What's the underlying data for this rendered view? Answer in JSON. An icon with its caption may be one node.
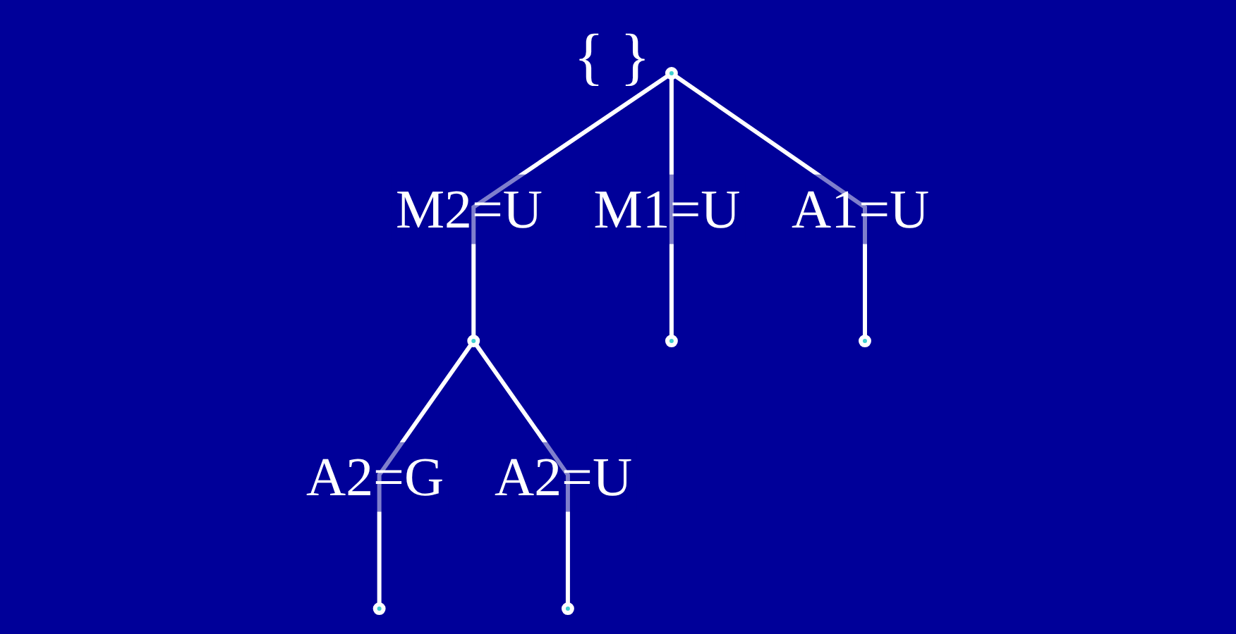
{
  "diagram": {
    "nodes": [
      {
        "text": [],
        "shape": "circle",
        "beside": [
          "{ }"
        ]
      },
      {
        "text": [],
        "shape": "circle"
      },
      {
        "text": [],
        "shape": "circle"
      },
      {
        "text": [],
        "shape": "circle"
      },
      {
        "text": [],
        "shape": "circle"
      },
      {
        "text": [],
        "shape": "circle"
      }
    ],
    "edges": [
      {
        "from": 0,
        "to": 1,
        "arrow": "none",
        "label": "M2=U"
      },
      {
        "from": 0,
        "to": 2,
        "arrow": "none",
        "label": "M1=U"
      },
      {
        "from": 0,
        "to": 3,
        "arrow": "none",
        "label": "A1=U"
      },
      {
        "from": 1,
        "to": 4,
        "arrow": "none",
        "label": "A2=G"
      },
      {
        "from": 1,
        "to": 5,
        "arrow": "none",
        "label": "A2=U"
      }
    ]
  }
}
